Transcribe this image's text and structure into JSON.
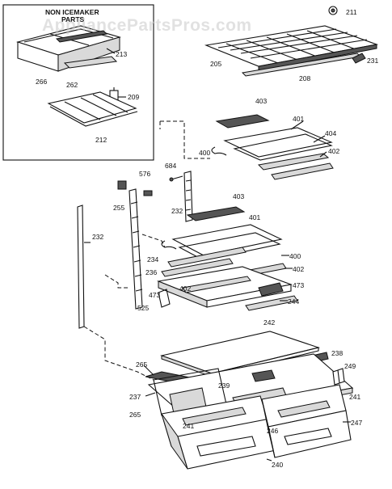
{
  "watermark": "AppliancePartsPros.com",
  "box_title_line1": "NON ICEMAKER",
  "box_title_line2": "PARTS",
  "labels": {
    "p213": "213",
    "p266": "266",
    "p262": "262",
    "p209": "209",
    "p212": "212",
    "p211": "211",
    "p205": "205",
    "p208": "208",
    "p231": "231",
    "p403a": "403",
    "p401a": "401",
    "p404": "404",
    "p402a": "402",
    "p400a": "400",
    "p684": "684",
    "p576": "576",
    "p255": "255",
    "p232a": "232",
    "p232b": "232",
    "p403b": "403",
    "p401b": "401",
    "p400b": "400",
    "p234": "234",
    "p402b": "402",
    "p236": "236",
    "p402c": "402",
    "p473a": "473",
    "p473b": "473",
    "p525": "525",
    "p244": "244",
    "p242": "242",
    "p238": "238",
    "p265a": "265",
    "p249": "249",
    "p239": "239",
    "p237": "237",
    "p241a": "241",
    "p265b": "265",
    "p241b": "241",
    "p246": "246",
    "p247": "247",
    "p240": "240"
  }
}
